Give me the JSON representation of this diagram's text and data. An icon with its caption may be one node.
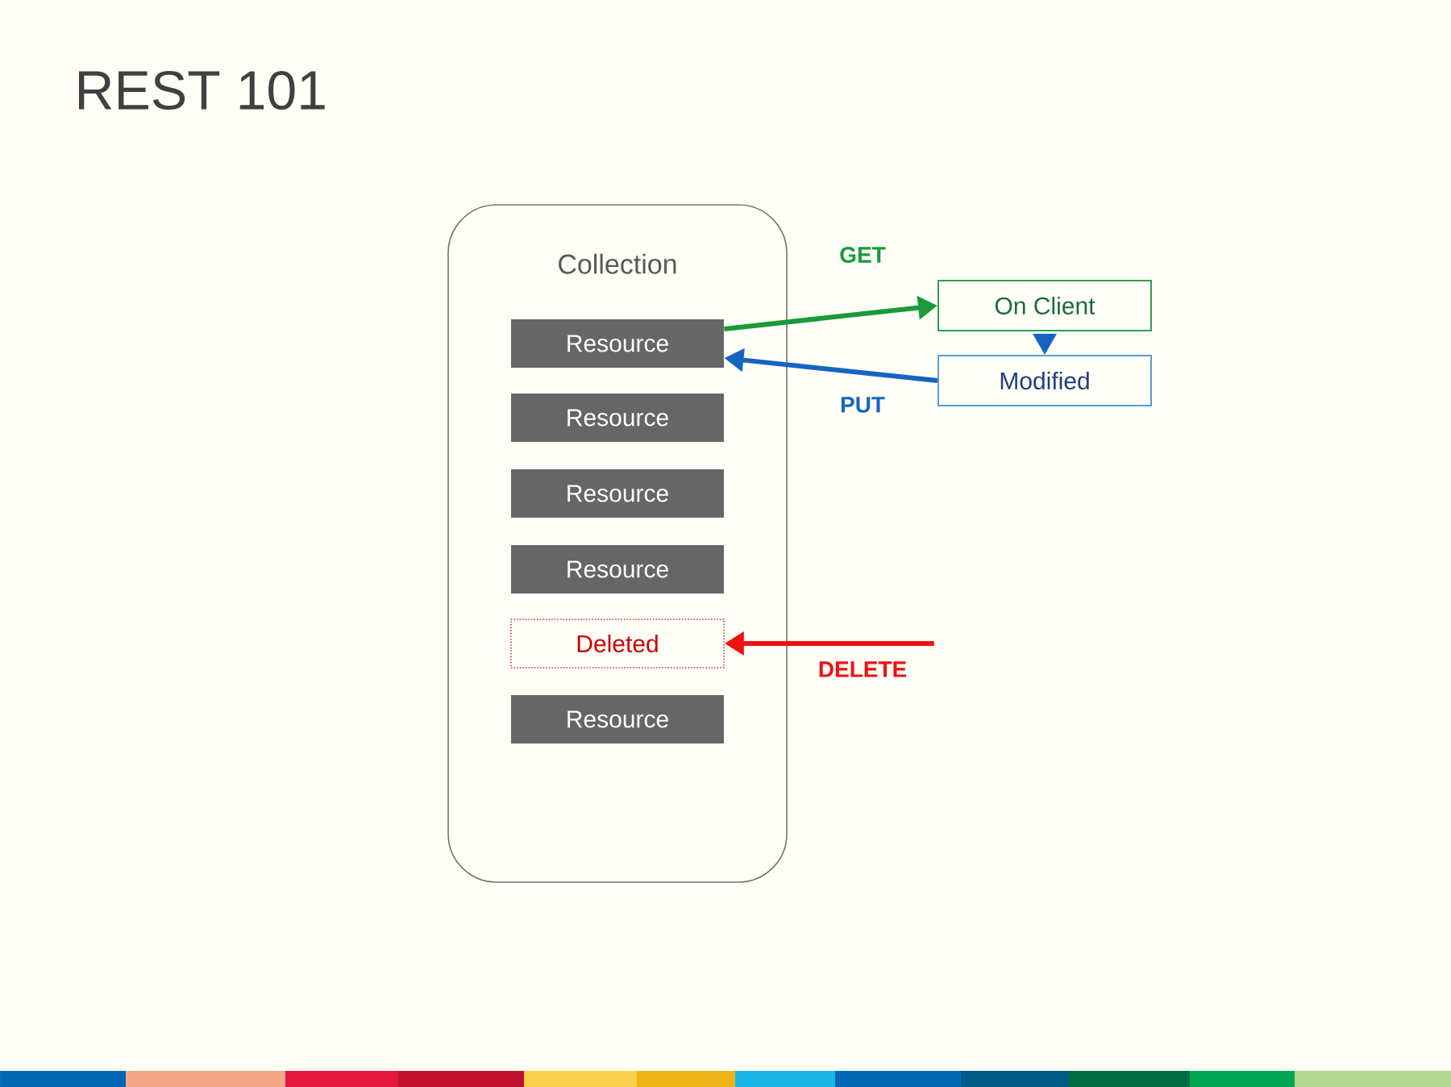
{
  "diagram": {
    "title": "REST 101",
    "nodes": [
      {
        "text": [
          "Collection"
        ]
      },
      {
        "text": [
          "Resource"
        ],
        "in": 0
      },
      {
        "text": [
          "Resource"
        ],
        "in": 0
      },
      {
        "text": [
          "Resource"
        ],
        "in": 0
      },
      {
        "text": [
          "Resource"
        ],
        "in": 0
      },
      {
        "text": [
          "Deleted"
        ],
        "in": 0
      },
      {
        "text": [
          "Resource"
        ],
        "in": 0
      },
      {
        "text": [
          "On Client"
        ]
      },
      {
        "text": [
          "Modified"
        ]
      }
    ],
    "edges": [
      {
        "from": 1,
        "to": 7,
        "arrow": "to",
        "label": "GET",
        "color": "#1a9a3a"
      },
      {
        "from": 8,
        "to": 1,
        "arrow": "to",
        "label": "PUT",
        "color": "#1565c0"
      },
      {
        "from": 7,
        "to": 8,
        "arrow": "to",
        "color": "#1565c0"
      },
      {
        "from": null,
        "to": 5,
        "arrow": "to",
        "label": "DELETE",
        "color": "#ee1111"
      }
    ]
  }
}
